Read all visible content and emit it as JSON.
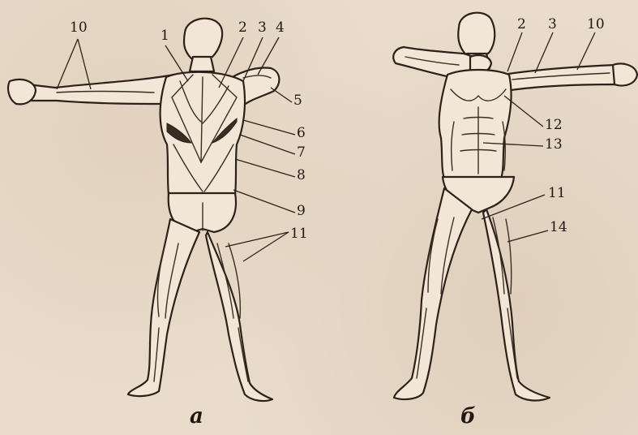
{
  "figures": {
    "back": {
      "label": "а",
      "callouts": [
        "10",
        "1",
        "2",
        "3",
        "4",
        "5",
        "6",
        "7",
        "8",
        "9",
        "11"
      ]
    },
    "front": {
      "label": "б",
      "callouts": [
        "2",
        "3",
        "10",
        "12",
        "13",
        "11",
        "14"
      ]
    }
  },
  "colors": {
    "paper": "#e9dccb",
    "ink": "#2b2118"
  }
}
